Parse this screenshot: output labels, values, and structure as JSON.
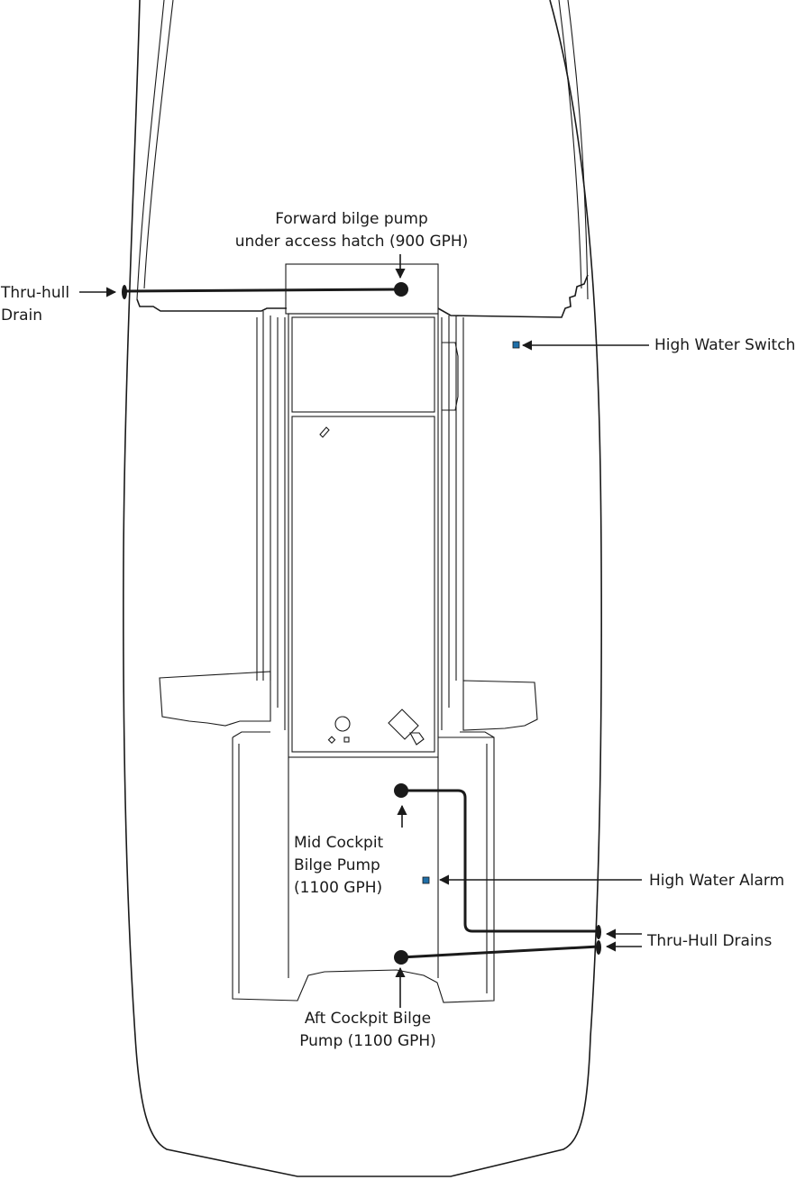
{
  "labels": {
    "forward_pump_line1": "Forward bilge pump",
    "forward_pump_line2": "under access hatch (900 GPH)",
    "thru_hull_line1": "Thru-hull",
    "thru_hull_line2": "Drain",
    "high_water_switch": "High Water Switch",
    "mid_pump_line1": "Mid Cockpit",
    "mid_pump_line2": "Bilge Pump",
    "mid_pump_line3": "(1100 GPH)",
    "high_water_alarm": "High Water Alarm",
    "thru_hull_drains": "Thru-Hull Drains",
    "aft_pump_line1": "Aft Cockpit Bilge",
    "aft_pump_line2": "Pump (1100 GPH)"
  },
  "colors": {
    "line": "#1a1a1a",
    "sensor": "#1f6fa8",
    "background": "#ffffff"
  }
}
